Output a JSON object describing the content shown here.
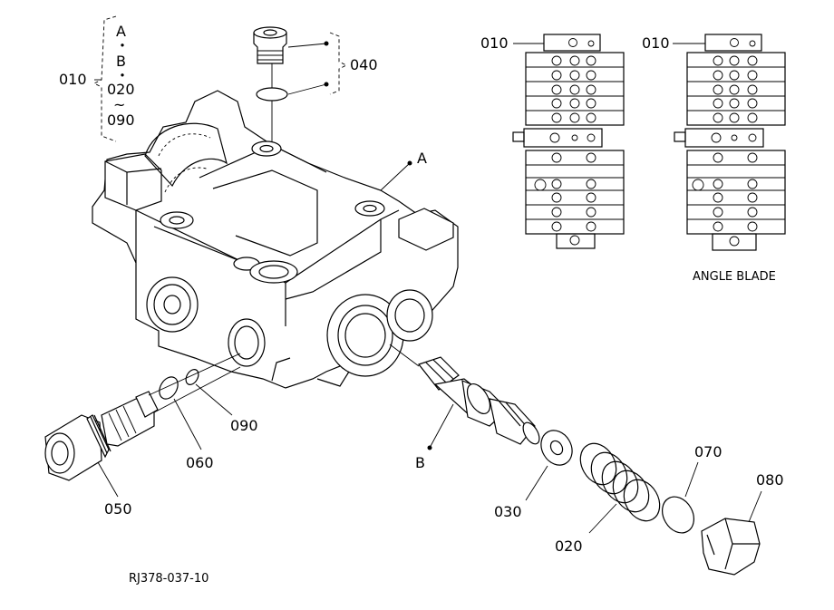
{
  "labels": {
    "group_a": "A",
    "group_dot1": "・",
    "group_b": "B",
    "group_dot2": "・",
    "group_020": "020",
    "group_tilde": "~",
    "group_090": "090",
    "assembly_010": "010",
    "part_040": "040",
    "part_050": "050",
    "part_060": "060",
    "part_090": "090",
    "part_030": "030",
    "part_020": "020",
    "part_070": "070",
    "part_080": "080",
    "callout_a": "A",
    "callout_b": "B",
    "valve_010_left": "010",
    "valve_010_right": "010",
    "angle_blade": "ANGLE BLADE",
    "drawing_number": "RJ378-037-10"
  }
}
